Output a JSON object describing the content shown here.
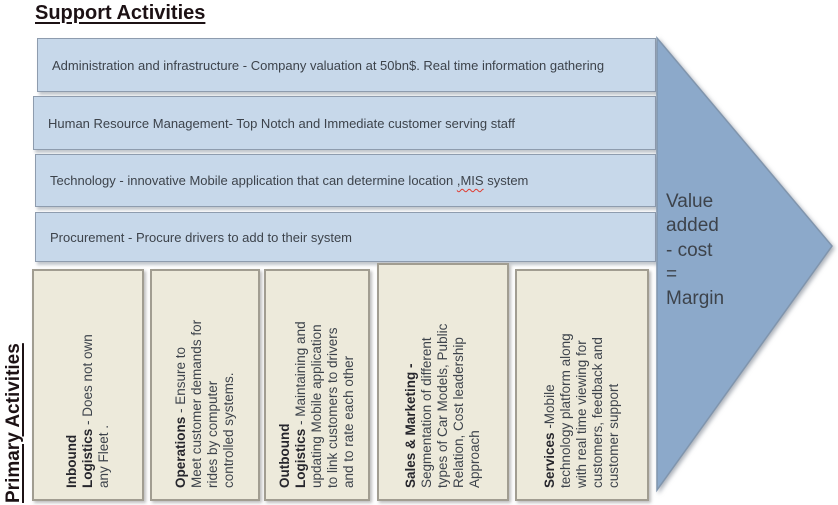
{
  "diagram_title": "Support Activities",
  "support": {
    "heading": "Support Activities",
    "bars": [
      {
        "text": "Administration and infrastructure - Company valuation at 50bn$. Real time information gathering"
      },
      {
        "text": "Human Resource Management- Top Notch and Immediate customer serving staff"
      },
      {
        "text_pre": "Technology - innovative Mobile application that can determine location ",
        "text_flagged": ",MIS",
        "text_post": " system"
      },
      {
        "text": "Procurement - Procure drivers to add to their system"
      }
    ]
  },
  "primary": {
    "heading": "Primary Activities",
    "boxes": [
      {
        "title": "Inbound\nLogistics",
        "text": " - Does not own\nany Fleet ."
      },
      {
        "title": "Operations",
        "text": " - Ensure to\nMeet customer demands for\nrides by computer\ncontrolled systems."
      },
      {
        "title": "Outbound\nLogistics",
        "text": " - Maintaining and\nupdating Mobile application\nto link customers to drivers\nand to rate each other"
      },
      {
        "title": "Sales & Marketing -",
        "text": "\nSegmentation of different\ntypes of Car Models, Public\nRelation, Cost leadership\nApproach"
      },
      {
        "title": "Services",
        "text": " -Mobile\ntechnology platform along\nwith real time viewing for\ncustomers, feedback and\ncustomer support"
      }
    ]
  },
  "arrow": {
    "label": "Value\nadded\n- cost\n=\nMargin"
  },
  "colors": {
    "bar-fill": "#c7d8ea",
    "bar-border": "#8e9cae",
    "box-fill": "#edeadb",
    "box-border": "#a19d91",
    "arrow-fill": "#8ca9ca",
    "arrow-stroke": "#8095ad",
    "heading-text": "#1c1114",
    "body-text": "#3d434b",
    "spellcheck": "#e03a2f"
  }
}
